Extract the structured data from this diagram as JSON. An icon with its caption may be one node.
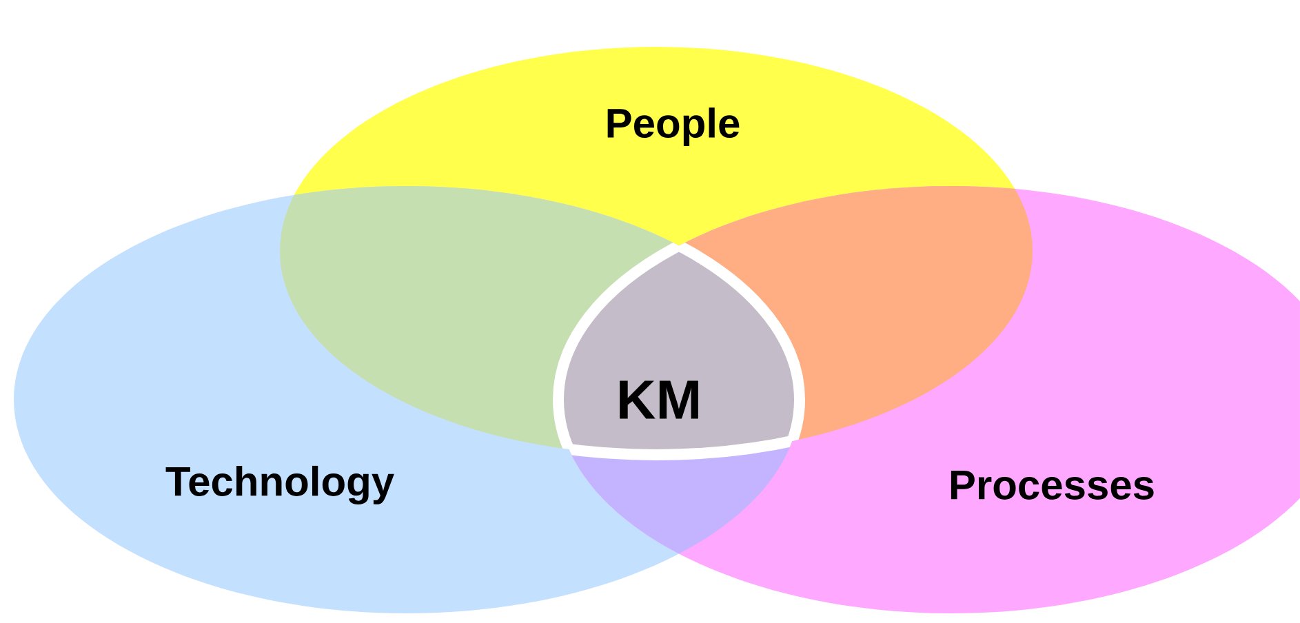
{
  "diagram": {
    "nodes": [
      {
        "text": [
          "People"
        ]
      },
      {
        "text": [
          "Technology"
        ]
      },
      {
        "text": [
          "Processes"
        ]
      },
      {
        "text": [
          "KM"
        ]
      }
    ]
  }
}
